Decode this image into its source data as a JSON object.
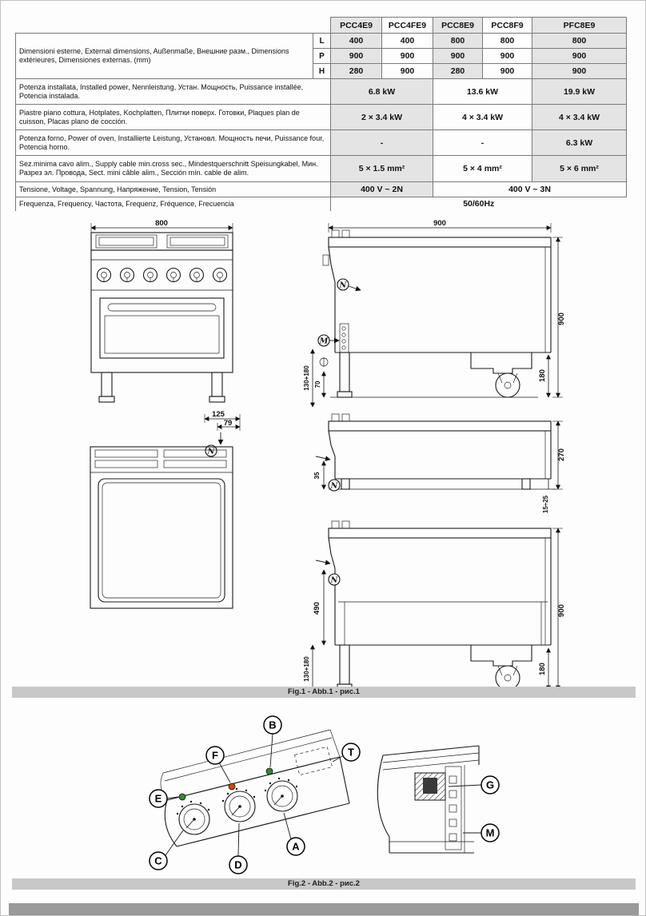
{
  "colors": {
    "shade": "#e4e4e4",
    "caption_bg": "#c8c8c8",
    "footer_bar": "#9a9a9a",
    "green_indicator": "#2e8b2e",
    "red_indicator": "#cc4a00"
  },
  "table": {
    "models": [
      "PCC4E9",
      "PCC4FE9",
      "PCC8E9",
      "PCC8F9",
      "PFC8E9"
    ],
    "dim_keys": [
      "L",
      "P",
      "H"
    ],
    "rows": {
      "dimensions": {
        "label": "Dimensioni esterne, External dimensions, Außenmaße, Внешние разм., Dimensions extérieures, Dimensiones externas. (mm)",
        "L": [
          "400",
          "400",
          "800",
          "800",
          "800"
        ],
        "P": [
          "900",
          "900",
          "900",
          "900",
          "900"
        ],
        "H": [
          "280",
          "900",
          "280",
          "900",
          "900"
        ]
      },
      "installed_power": {
        "label": "Potenza installata, Installed power, Nennleistung, Устан. Мощность, Puissance installée, Potencia instalada.",
        "values": [
          "6.8 kW",
          "13.6 kW",
          "19.9 kW"
        ]
      },
      "hotplates": {
        "label": "Piastre piano cottura, Hotplates, Kochplatten, Плитки поверх. Готовки, Plaques plan de cuisson, Placas plano de cocción.",
        "values": [
          "2 × 3.4 kW",
          "4 × 3.4 kW",
          "4 × 3.4 kW"
        ]
      },
      "oven_power": {
        "label": "Potenza forno, Power of oven, Installierte Leistung, Установл. Мощность печи, Puissance four, Potencia horno.",
        "values": [
          "-",
          "-",
          "6.3 kW"
        ]
      },
      "supply_cable": {
        "label": "Sez.minima cavo alim., Supply cable min.cross sec., Mindestquerschnitt Speisungkabel, Мин. Разрез эл. Провода, Sect. mini câble alim., Sección mín. cable de alim.",
        "values": [
          "5 × 1.5 mm²",
          "5 × 4 mm²",
          "5 × 6 mm²"
        ]
      },
      "voltage": {
        "label": "Tensione, Voltage, Spannung, Напряжение, Tension, Tensión",
        "values": [
          "400 V ~ 2N",
          "400 V ~ 3N"
        ]
      },
      "frequency": {
        "label": "Frequenza, Frequency, Частота, Frequenz, Fréquence, Frecuencia",
        "values": [
          "50/60Hz"
        ]
      }
    }
  },
  "fig1": {
    "caption": "Fig.1 - Abb.1 - рис.1",
    "markers": {
      "n": "N",
      "m": "M"
    },
    "front_view": {
      "width": "800"
    },
    "side_view_a": {
      "depth": "900",
      "height": "900",
      "base_height": "130+180",
      "inlet_height": "70",
      "castor_height": "180"
    },
    "top_view": {
      "offset_a": "125",
      "offset_b": "79"
    },
    "side_view_b": {
      "height": "270",
      "inlet_height": "35",
      "feet_range": "15÷25"
    },
    "side_view_c": {
      "height": "900",
      "inlet_height": "490",
      "base_height": "130+180",
      "castor_height": "180"
    }
  },
  "fig2": {
    "caption": "Fig.2 - Abb.2 - рис.2",
    "callouts": {
      "a": "A",
      "b": "B",
      "c": "C",
      "d": "D",
      "e": "E",
      "f": "F",
      "g": "G",
      "m": "M",
      "t": "T"
    }
  }
}
